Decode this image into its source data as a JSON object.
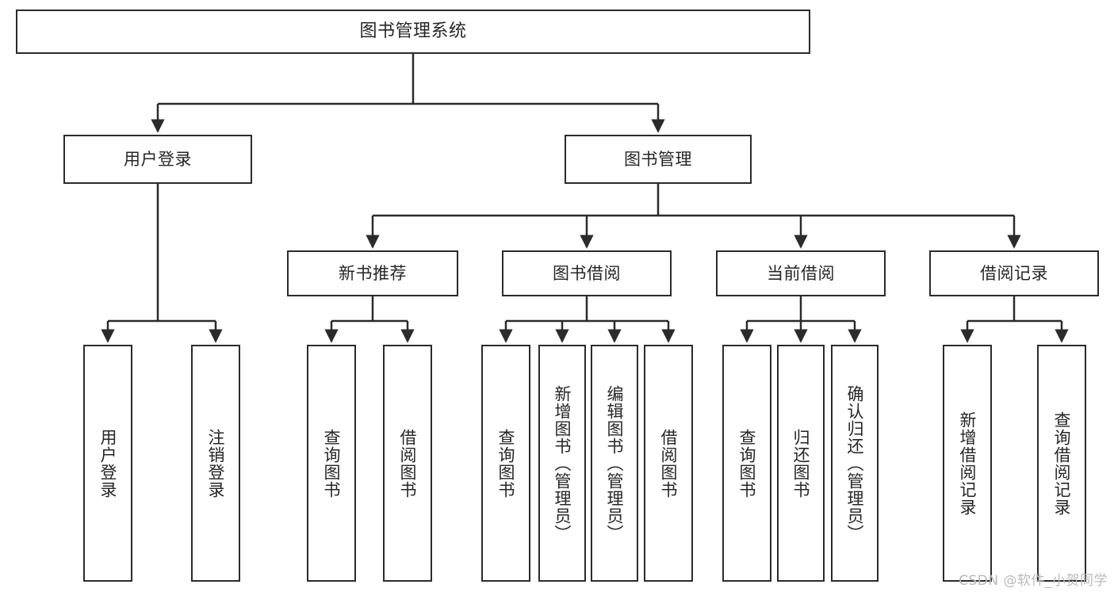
{
  "diagram": {
    "title": "图书管理系统",
    "type": "tree",
    "colors": {
      "box_border": "#2b2b2b",
      "box_fill": "#ffffff",
      "edge": "#2b2b2b",
      "text": "#262626",
      "watermark": "#b9b9b9",
      "background": "#ffffff"
    },
    "root": {
      "label": "图书管理系统"
    },
    "level2": [
      {
        "label": "用户登录"
      },
      {
        "label": "图书管理"
      }
    ],
    "level3": [
      {
        "label": "新书推荐"
      },
      {
        "label": "图书借阅"
      },
      {
        "label": "当前借阅"
      },
      {
        "label": "借阅记录"
      }
    ],
    "leaves": {
      "user_login": [
        {
          "label": "用户登录"
        },
        {
          "label": "注销登录"
        }
      ],
      "new_book_recommend": [
        {
          "label": "查询图书"
        },
        {
          "label": "借阅图书"
        }
      ],
      "book_borrow": [
        {
          "label": "查询图书"
        },
        {
          "label": "新增图书（管理员）"
        },
        {
          "label": "编辑图书（管理员）"
        },
        {
          "label": "借阅图书"
        }
      ],
      "current_borrow": [
        {
          "label": "查询图书"
        },
        {
          "label": "归还图书"
        },
        {
          "label": "确认归还（管理员）"
        }
      ],
      "borrow_record": [
        {
          "label": "新增借阅记录"
        },
        {
          "label": "查询借阅记录"
        }
      ]
    },
    "watermark": "CSDN @软件_小贺同学"
  }
}
